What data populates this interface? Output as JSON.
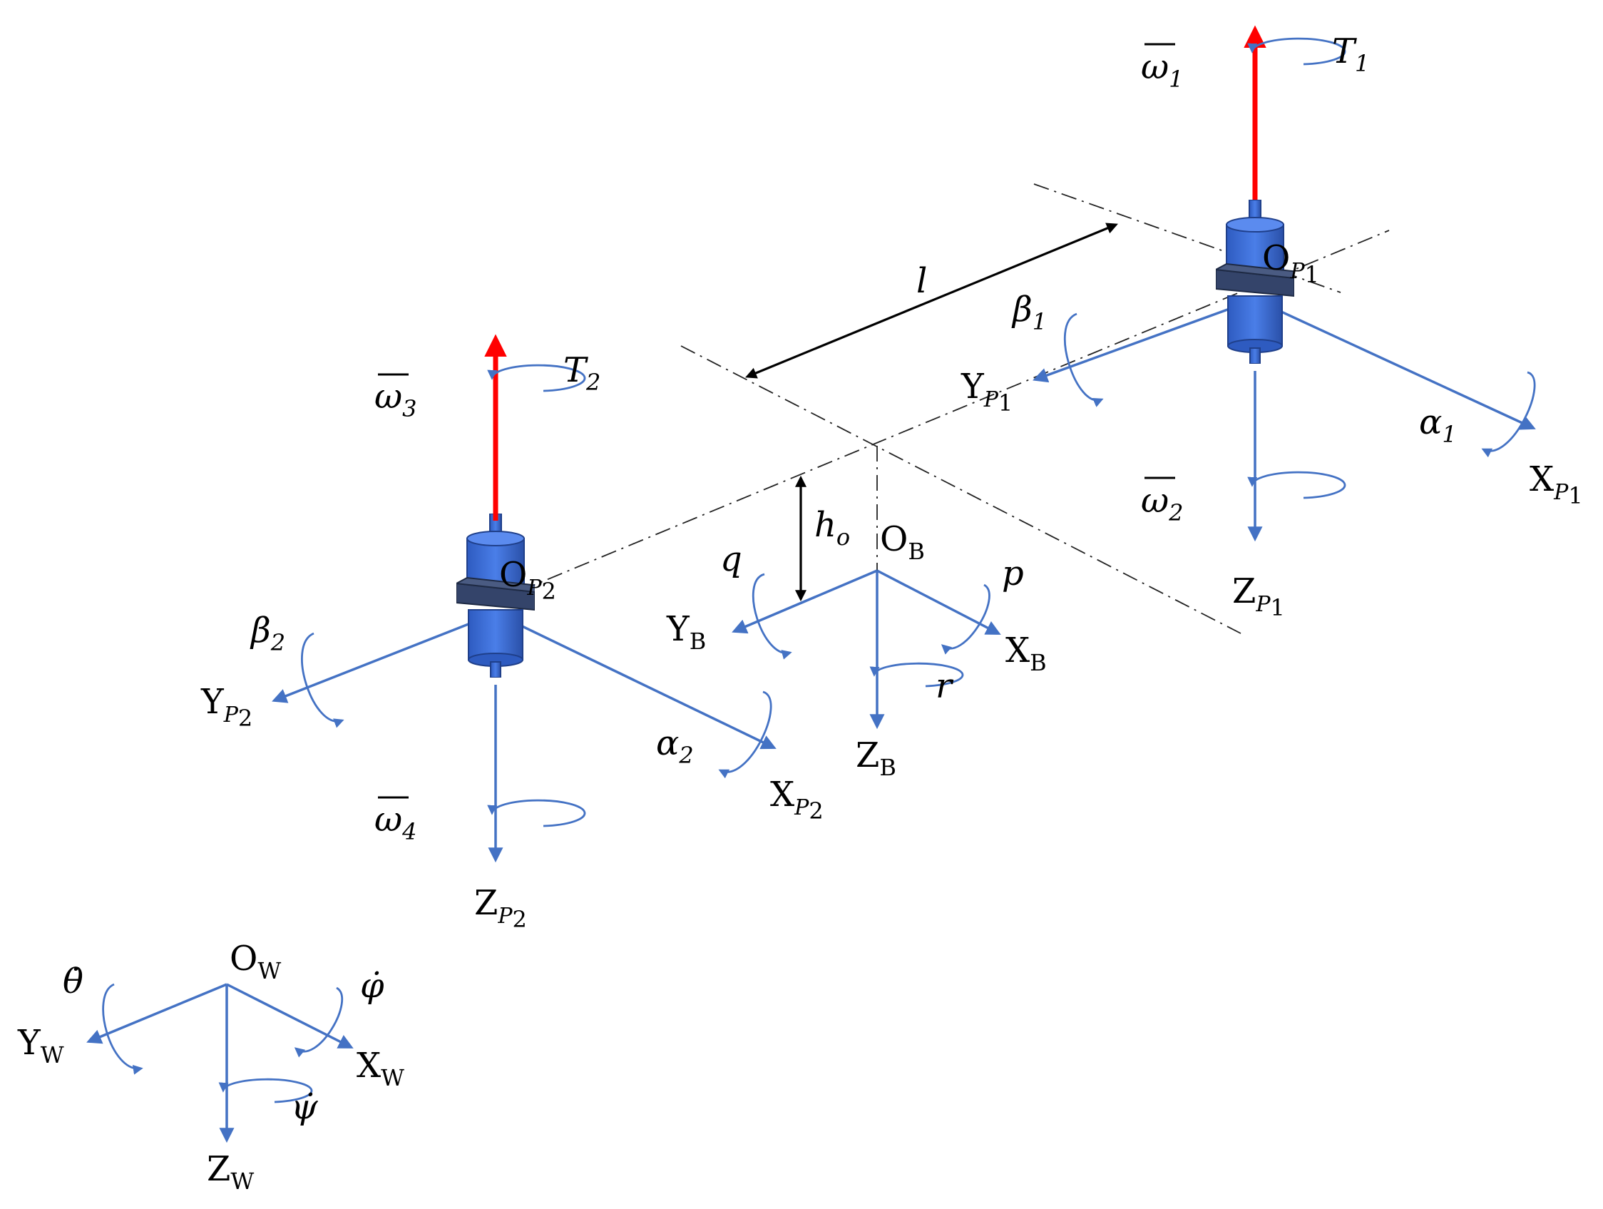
{
  "colors": {
    "axis": "#4472C4",
    "thrust": "#FF0000",
    "motor_body": "#3F6FD8",
    "motor_dark": "#1F3F8A",
    "mount": "#3A4A6A",
    "guide": "#222222"
  },
  "icons": [
    "motor-icon",
    "rotation-arrow-icon",
    "axis-arrow-icon"
  ],
  "world": {
    "origin": {
      "main": "O",
      "sub": "W"
    },
    "x": {
      "main": "X",
      "sub": "W"
    },
    "y": {
      "main": "Y",
      "sub": "W"
    },
    "z": {
      "main": "Z",
      "sub": "W"
    },
    "roll_rate": "φ̇",
    "pitch_rate": "θ̇",
    "yaw_rate": "ψ̇"
  },
  "body": {
    "origin": {
      "main": "O",
      "sub": "B"
    },
    "x": {
      "main": "X",
      "sub": "B"
    },
    "y": {
      "main": "Y",
      "sub": "B"
    },
    "z": {
      "main": "Z",
      "sub": "B"
    },
    "p": "p",
    "q": "q",
    "r": "r",
    "height": {
      "main": "h",
      "sub": "o"
    },
    "length": "l"
  },
  "prop1": {
    "origin": {
      "main": "O",
      "sub": "P",
      "subsub": "1"
    },
    "x": {
      "main": "X",
      "sub": "P",
      "subsub": "1"
    },
    "y": {
      "main": "Y",
      "sub": "P",
      "subsub": "1"
    },
    "z": {
      "main": "Z",
      "sub": "P",
      "subsub": "1"
    },
    "alpha": {
      "main": "α",
      "sub": "1"
    },
    "beta": {
      "main": "β",
      "sub": "1"
    },
    "thrust": {
      "main": "T",
      "sub": "1"
    },
    "omega_top": {
      "main": "ω",
      "sub": "1"
    },
    "omega_bottom": {
      "main": "ω",
      "sub": "2"
    }
  },
  "prop2": {
    "origin": {
      "main": "O",
      "sub": "P",
      "subsub": "2"
    },
    "x": {
      "main": "X",
      "sub": "P",
      "subsub": "2"
    },
    "y": {
      "main": "Y",
      "sub": "P",
      "subsub": "2"
    },
    "z": {
      "main": "Z",
      "sub": "P",
      "subsub": "2"
    },
    "alpha": {
      "main": "α",
      "sub": "2"
    },
    "beta": {
      "main": "β",
      "sub": "2"
    },
    "thrust": {
      "main": "T",
      "sub": "2"
    },
    "omega_top": {
      "main": "ω",
      "sub": "3"
    },
    "omega_bottom": {
      "main": "ω",
      "sub": "4"
    }
  }
}
